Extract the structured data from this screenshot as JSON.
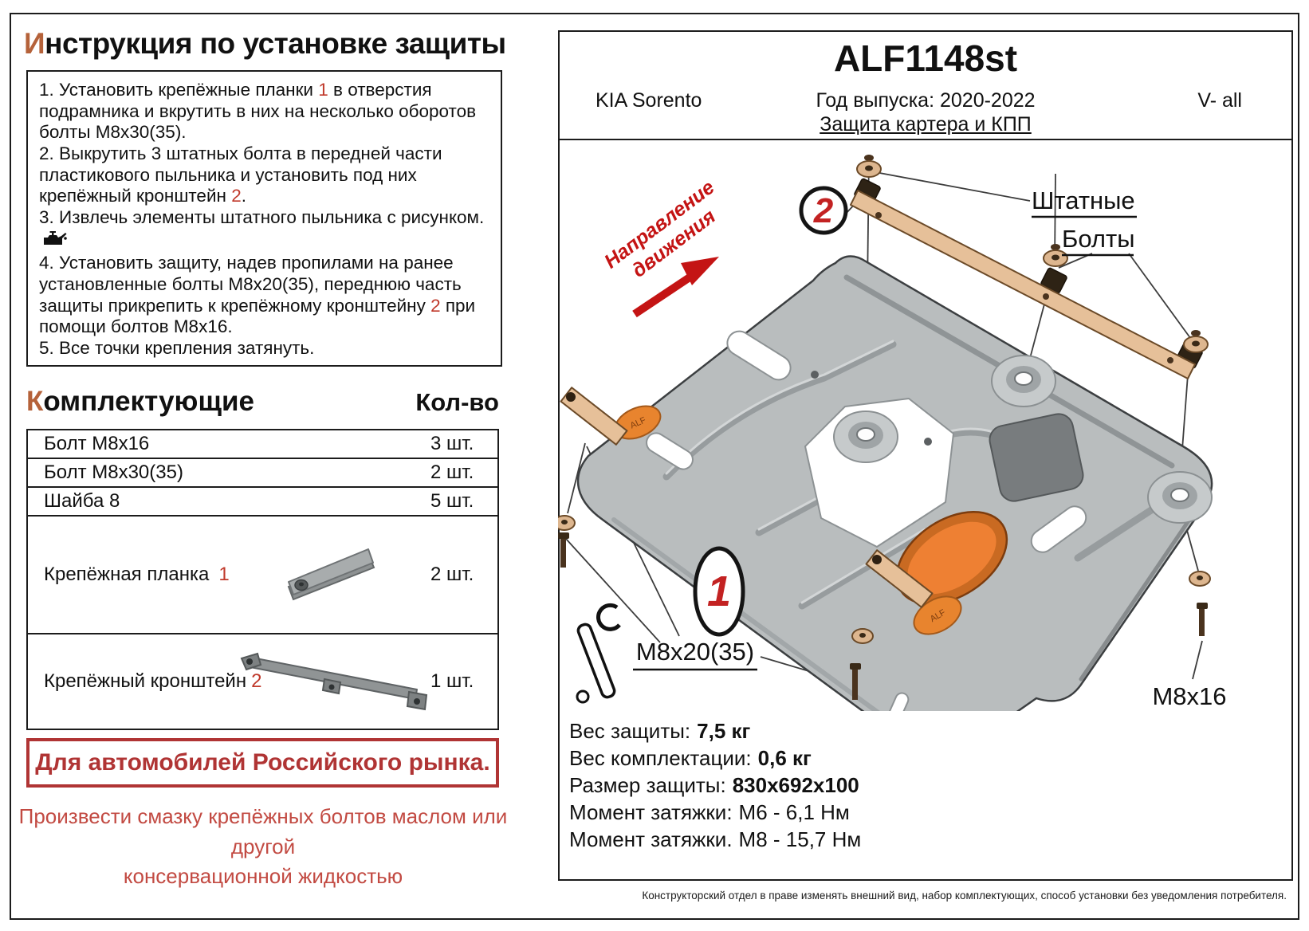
{
  "colors": {
    "accent_orange": "#b5623a",
    "red_text": "#c0392b",
    "box_red": "#b03434",
    "plate_gray": "#b9bdbe",
    "bracket_tan": "#e6c099",
    "orange_part": "#ee8033",
    "arrow_red": "#c41414"
  },
  "left": {
    "title_first": "И",
    "title_rest": "нструкция по установке защиты",
    "instructions": [
      [
        {
          "t": "1.   Установить крепёжные планки "
        },
        {
          "t": "1",
          "red": true
        },
        {
          "t": " в отверстия подрамника и вкрутить в них на несколько оборотов болты М8х30(35)."
        }
      ],
      [
        {
          "t": "2.   Выкрутить 3 штатных болта в передней части пластикового пыльника и установить под них крепёжный кронштейн "
        },
        {
          "t": "2",
          "red": true
        },
        {
          "t": "."
        }
      ],
      [
        {
          "t": "3.   Извлечь элементы штатного пыльника с рисунком. "
        }
      ],
      [
        {
          "t": "4.   Установить защиту, надев пропилами на ранее установленные болты М8х20(35), переднюю часть защиты прикрепить к крепёжному кронштейну "
        },
        {
          "t": "2",
          "red": true
        },
        {
          "t": " при помощи болтов М8х16."
        }
      ],
      [
        {
          "t": "5.   Все точки крепления затянуть."
        }
      ]
    ],
    "components": {
      "title_first": "К",
      "title_rest": "омплектующие",
      "qty_header": "Кол-во",
      "rows": [
        {
          "name": "Болт М8х16",
          "num": "",
          "qty": "3 шт."
        },
        {
          "name": "Болт М8х30(35)",
          "num": "",
          "qty": "2 шт."
        },
        {
          "name": "Шайба 8",
          "num": "",
          "qty": "5 шт."
        },
        {
          "name": "Крепёжная планка",
          "num": "1",
          "qty": "2 шт."
        },
        {
          "name": "Крепёжный кронштейн",
          "num": "2",
          "qty": "1 шт."
        }
      ]
    },
    "market_notice": "Для автомобилей Российского рынка.",
    "lube_note_line1": "Произвести смазку крепёжных болтов маслом или другой",
    "lube_note_line2": "консервационной жидкостью"
  },
  "header": {
    "part_code": "ALF1148st",
    "car_model": "KIA Sorento",
    "years": "Год выпуска: 2020-2022",
    "engine": "V- all",
    "subtitle": "Защита картера и КПП"
  },
  "drawing": {
    "direction_line1": "Направление",
    "direction_line2": "движения",
    "callout_1": "1",
    "callout_2": "2",
    "label_shtatnye": "Штатные",
    "label_bolty": "Болты",
    "label_m8x16": "М8х16",
    "label_m8x20": "М8х20(35)",
    "stamp": "ALF"
  },
  "specs": [
    {
      "label": "Вес защиты:",
      "value": "7,5 кг"
    },
    {
      "label": "Вес комплектации:",
      "value": "0,6 кг"
    },
    {
      "label": "Размер защиты:",
      "value": "830х692х100"
    },
    {
      "label": "Момент затяжки:",
      "value": "М6 - 6,1 Нм"
    },
    {
      "label": "Момент затяжки.",
      "value": "М8 - 15,7 Нм"
    }
  ],
  "footer": {
    "disclaimer": "Конструкторский отдел в праве изменять внешний вид, набор комплектующих, способ установки без уведомления потребителя."
  }
}
